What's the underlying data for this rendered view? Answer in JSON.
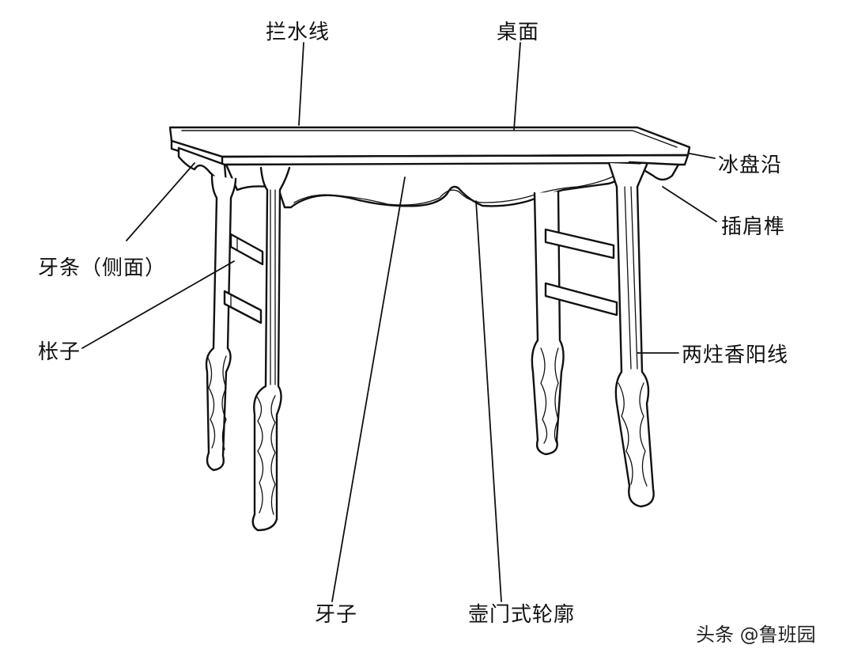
{
  "labels": {
    "lashui_line": "拦水线",
    "tabletop": "桌面",
    "bingpan_edge": "冰盘沿",
    "chajian_tenon": "插肩榫",
    "side_apron": "牙条（侧面）",
    "stretcher": "枨子",
    "liangzhu_bead": "两炷香阳线",
    "apron": "牙子",
    "kunmen_contour": "壸门式轮廓"
  },
  "watermark": "头条 @鲁班园"
}
